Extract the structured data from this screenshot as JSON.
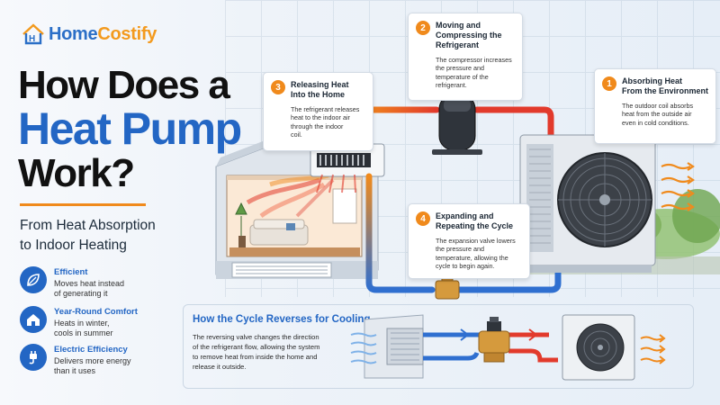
{
  "brand": {
    "name_blue": "Home",
    "name_orange": "Costify"
  },
  "title": {
    "line1": "How Does a",
    "line2": "Heat Pump",
    "line3": "Work?"
  },
  "subtitle": {
    "line1": "From Heat Absorption",
    "line2": "to Indoor Heating"
  },
  "features": [
    {
      "icon": "leaf-icon",
      "title": "Efficient",
      "line1": "Moves heat instead",
      "line2": "of generating it"
    },
    {
      "icon": "home-icon",
      "title": "Year-Round Comfort",
      "line1": "Heats in winter,",
      "line2": "cools in summer"
    },
    {
      "icon": "plug-icon",
      "title": "Electric Efficiency",
      "line1": "Delivers more energy",
      "line2": "than it uses"
    }
  ],
  "steps": [
    {
      "num": "1",
      "title1": "Absorbing Heat",
      "title2": "From the Environment",
      "d1": "The outdoor coil absorbs",
      "d2": "heat from the outside air",
      "d3": "even in cold conditions."
    },
    {
      "num": "2",
      "title1": "Moving and",
      "title2": "Compressing the",
      "title3": "Refrigerant",
      "d1": "The compressor increases",
      "d2": "the pressure and",
      "d3": "temperature of the",
      "d4": "refrigerant."
    },
    {
      "num": "3",
      "title1": "Releasing Heat",
      "title2": "Into the Home",
      "d1": "The refrigerant releases",
      "d2": "heat to the indoor air",
      "d3": "through the indoor",
      "d4": "coil."
    },
    {
      "num": "4",
      "title1": "Expanding and",
      "title2": "Repeating the Cycle",
      "d1": "The expansion valve lowers",
      "d2": "the pressure and",
      "d3": "temperature, allowing the",
      "d4": "cycle to begin again."
    }
  ],
  "cooling": {
    "title": "How the Cycle Reverses for Cooling",
    "d1": "The reversing valve changes the direction",
    "d2": "of the refrigerant flow, allowing the system",
    "d3": "to remove heat from inside the home and",
    "d4": "release it outside."
  },
  "colors": {
    "hot": "#e23a2c",
    "warm": "#f08a1c",
    "cold": "#2f6fd0",
    "brand_blue": "#2366c4",
    "brand_orange": "#f39a1e"
  }
}
